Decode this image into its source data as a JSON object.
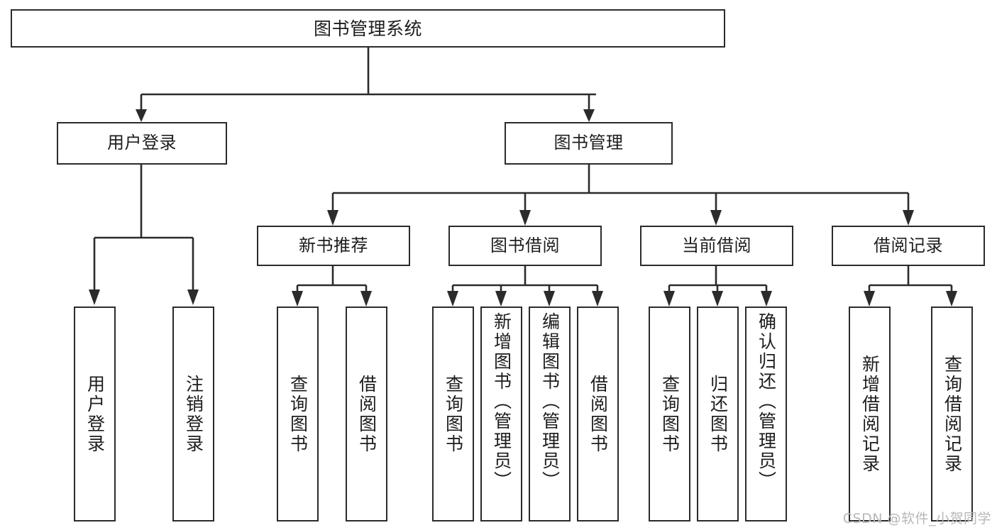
{
  "diagram": {
    "title": "图书管理系统",
    "type": "功能结构图",
    "root": {
      "id": "root",
      "label": "图书管理系统"
    },
    "level1": [
      {
        "id": "user-login",
        "label": "用户登录"
      },
      {
        "id": "book-manage",
        "label": "图书管理"
      }
    ],
    "level2": [
      {
        "id": "new-book-rec",
        "label": "新书推荐",
        "parent": "book-manage"
      },
      {
        "id": "book-borrow",
        "label": "图书借阅",
        "parent": "book-manage"
      },
      {
        "id": "current-borrow",
        "label": "当前借阅",
        "parent": "book-manage"
      },
      {
        "id": "borrow-record",
        "label": "借阅记录",
        "parent": "book-manage"
      }
    ],
    "leaves": {
      "user_login": [
        {
          "id": "leaf-user-login",
          "label": "用户登录"
        },
        {
          "id": "leaf-logout-login",
          "label": "注销登录"
        }
      ],
      "new_book_rec": [
        {
          "id": "leaf-query-book-1",
          "label": "查询图书"
        },
        {
          "id": "leaf-borrow-book-1",
          "label": "借阅图书"
        }
      ],
      "book_borrow": [
        {
          "id": "leaf-query-book-2",
          "label": "查询图书"
        },
        {
          "id": "leaf-add-book",
          "label": "新增图书（管理员）"
        },
        {
          "id": "leaf-edit-book",
          "label": "编辑图书（管理员）"
        },
        {
          "id": "leaf-borrow-book-2",
          "label": "借阅图书"
        }
      ],
      "current_borrow": [
        {
          "id": "leaf-query-book-3",
          "label": "查询图书"
        },
        {
          "id": "leaf-return-book",
          "label": "归还图书"
        },
        {
          "id": "leaf-confirm-return",
          "label": "确认归还（管理员）"
        }
      ],
      "borrow_record": [
        {
          "id": "leaf-add-record",
          "label": "新增借阅记录"
        },
        {
          "id": "leaf-query-record",
          "label": "查询借阅记录"
        }
      ]
    }
  },
  "watermark": {
    "text": "CSDN @软件_小贺同学"
  },
  "colors": {
    "stroke": "#2b2b2b",
    "fill": "#ffffff",
    "text": "#1d1d1d",
    "watermark": "#b7b7b7"
  }
}
